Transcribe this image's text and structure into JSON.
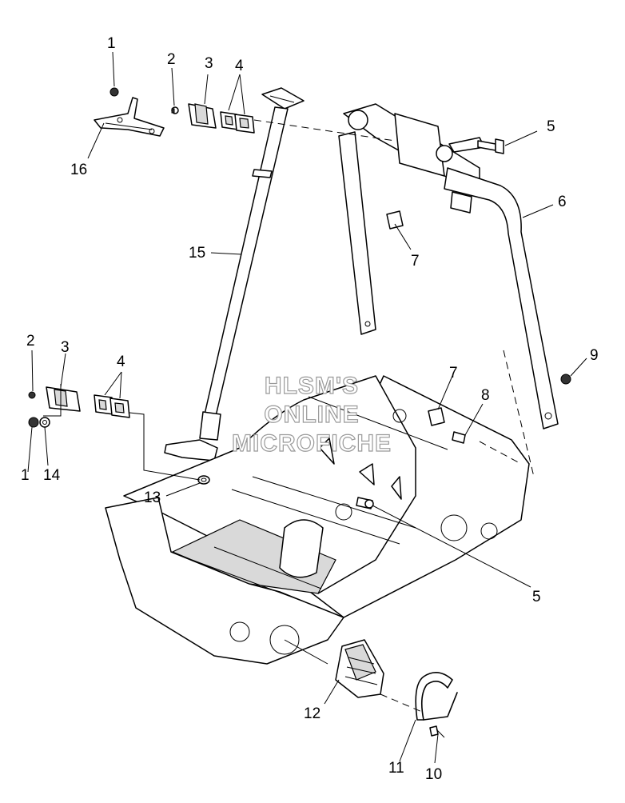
{
  "watermark": {
    "lines": [
      "HLSM'S",
      "ONLINE",
      "MICROFICHE"
    ]
  },
  "callouts": [
    {
      "id": "c1a",
      "label": "1"
    },
    {
      "id": "c2a",
      "label": "2"
    },
    {
      "id": "c3a",
      "label": "3"
    },
    {
      "id": "c4a",
      "label": "4"
    },
    {
      "id": "c5a",
      "label": "5"
    },
    {
      "id": "c16",
      "label": "16"
    },
    {
      "id": "c6",
      "label": "6"
    },
    {
      "id": "c7a",
      "label": "7"
    },
    {
      "id": "c15",
      "label": "15"
    },
    {
      "id": "c2b",
      "label": "2"
    },
    {
      "id": "c3b",
      "label": "3"
    },
    {
      "id": "c4b",
      "label": "4"
    },
    {
      "id": "c9",
      "label": "9"
    },
    {
      "id": "c7b",
      "label": "7"
    },
    {
      "id": "c8",
      "label": "8"
    },
    {
      "id": "c1b",
      "label": "1"
    },
    {
      "id": "c14",
      "label": "14"
    },
    {
      "id": "c13",
      "label": "13"
    },
    {
      "id": "c5b",
      "label": "5"
    },
    {
      "id": "c12",
      "label": "12"
    },
    {
      "id": "c11",
      "label": "11"
    },
    {
      "id": "c10",
      "label": "10"
    }
  ]
}
